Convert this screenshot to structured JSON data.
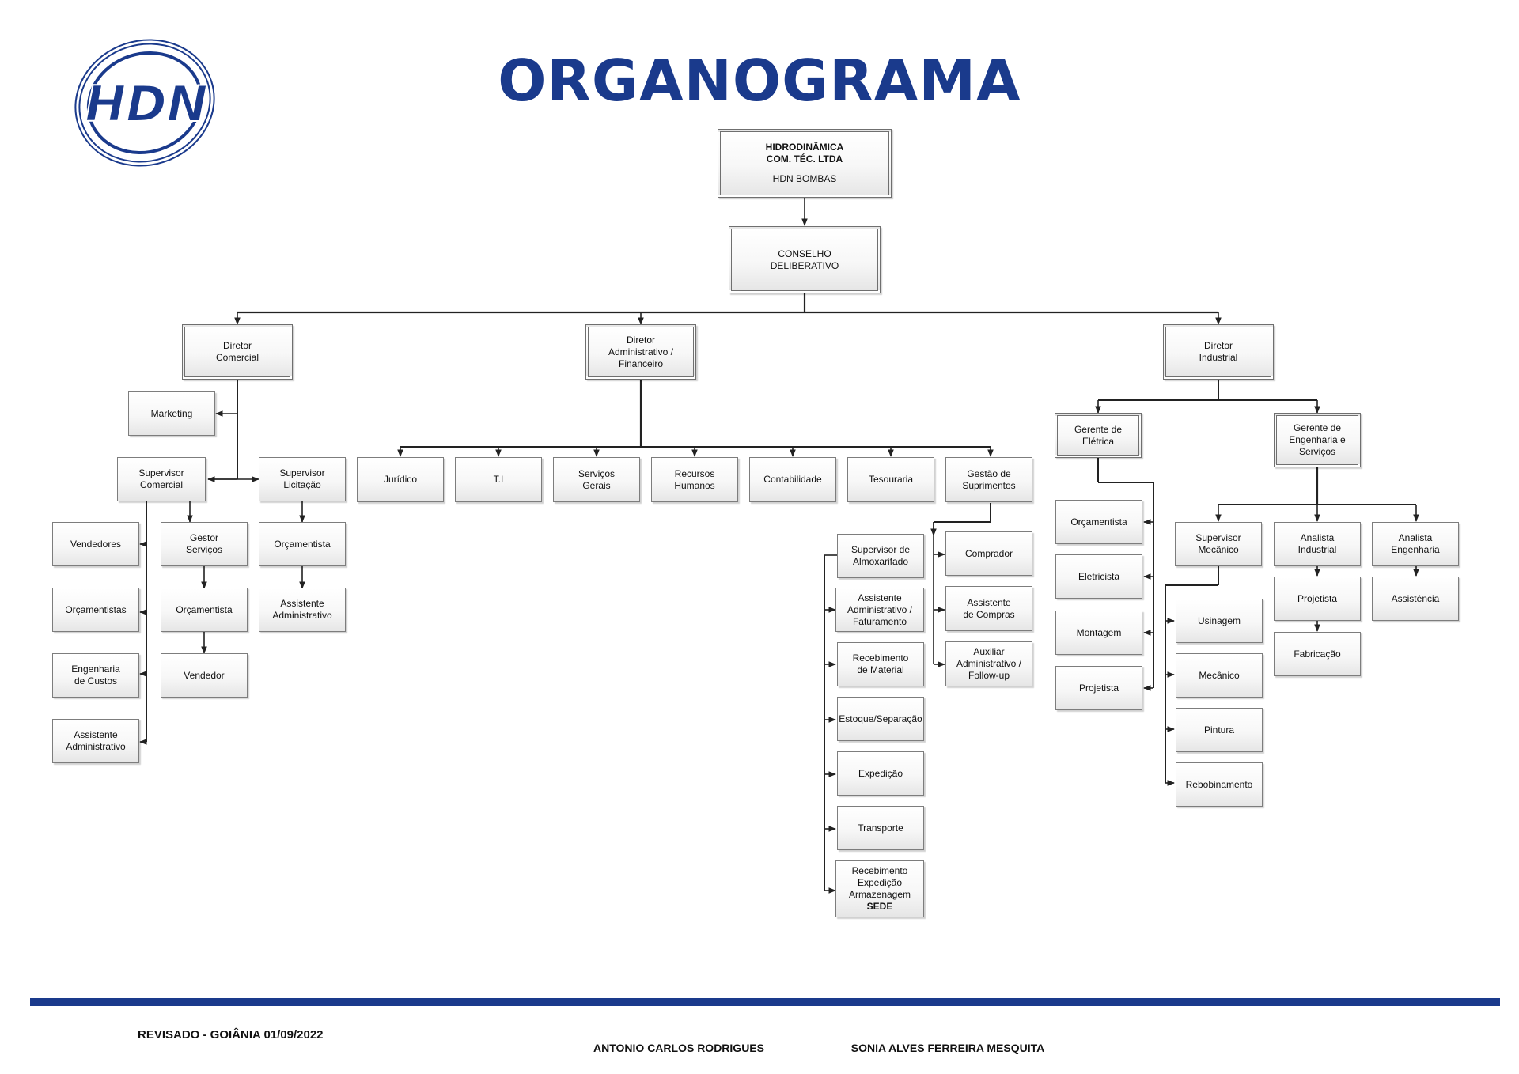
{
  "logo": {
    "text": "HDN",
    "color": "#1a3a8c"
  },
  "title": "ORGANOGRAMA",
  "colors": {
    "title": "#1a3a8c",
    "rule": "#1a3a8c",
    "line": "#222222"
  },
  "chart": {
    "root": [
      "HIDRODINÂMICA",
      "COM. TÉC. LTDA",
      "HDN BOMBAS"
    ],
    "conselho": [
      "CONSELHO",
      "DELIBERATIVO"
    ],
    "dir_comercial": [
      "Diretor",
      "Comercial"
    ],
    "dir_adm": [
      "Diretor",
      "Administrativo /",
      "Financeiro"
    ],
    "dir_industrial": [
      "Diretor",
      "Industrial"
    ],
    "marketing": "Marketing",
    "sup_comercial": [
      "Supervisor",
      "Comercial"
    ],
    "sup_licitacao": [
      "Supervisor",
      "Licitação"
    ],
    "vendedores": "Vendedores",
    "orcamentistas": "Orçamentistas",
    "eng_custos": [
      "Engenharia",
      "de Custos"
    ],
    "assist_adm_com": [
      "Assistente",
      "Administrativo"
    ],
    "gestor_servicos": [
      "Gestor",
      "Serviços"
    ],
    "orcamentista_gs": "Orçamentista",
    "vendedor": "Vendedor",
    "orcamentista_lic": "Orçamentista",
    "assist_adm_lic": [
      "Assistente",
      "Administrativo"
    ],
    "juridico": "Jurídico",
    "ti": "T.I",
    "servicos_gerais": [
      "Serviços",
      "Gerais"
    ],
    "rh": [
      "Recursos",
      "Humanos"
    ],
    "contabilidade": "Contabilidade",
    "tesouraria": "Tesouraria",
    "gestao_suprimentos": [
      "Gestão de",
      "Suprimentos"
    ],
    "sup_almox": [
      "Supervisor de",
      "Almoxarifado"
    ],
    "assist_fat": [
      "Assistente",
      "Administrativo /",
      "Faturamento"
    ],
    "receb_material": [
      "Recebimento",
      "de Material"
    ],
    "estoque": "Estoque/Separação",
    "expedicao": "Expedição",
    "transporte": "Transporte",
    "receb_sede": [
      "Recebimento",
      "Expedição",
      "Armazenagem",
      "SEDE"
    ],
    "comprador": "Comprador",
    "assist_compras": [
      "Assistente",
      "de Compras"
    ],
    "aux_followup": [
      "Auxiliar",
      "Administrativo /",
      "Follow-up"
    ],
    "ger_eletrica": [
      "Gerente de",
      "Elétrica"
    ],
    "ger_eng": [
      "Gerente de",
      "Engenharia e",
      "Serviços"
    ],
    "orc_eletrica": "Orçamentista",
    "eletricista": "Eletricista",
    "montagem": "Montagem",
    "projetista_el": "Projetista",
    "sup_mecanico": [
      "Supervisor",
      "Mecânico"
    ],
    "usinagem": "Usinagem",
    "mecanico": "Mecânico",
    "pintura": "Pintura",
    "rebobinamento": "Rebobinamento",
    "analista_industrial": [
      "Analista",
      "Industrial"
    ],
    "projetista_ai": "Projetista",
    "fabricacao": "Fabricação",
    "analista_eng": [
      "Analista",
      "Engenharia"
    ],
    "assistencia": "Assistência"
  },
  "footer": {
    "revisado": "REVISADO - GOIÂNIA 01/09/2022",
    "sig1": "ANTONIO CARLOS RODRIGUES",
    "sig2": "SONIA ALVES FERREIRA MESQUITA"
  }
}
